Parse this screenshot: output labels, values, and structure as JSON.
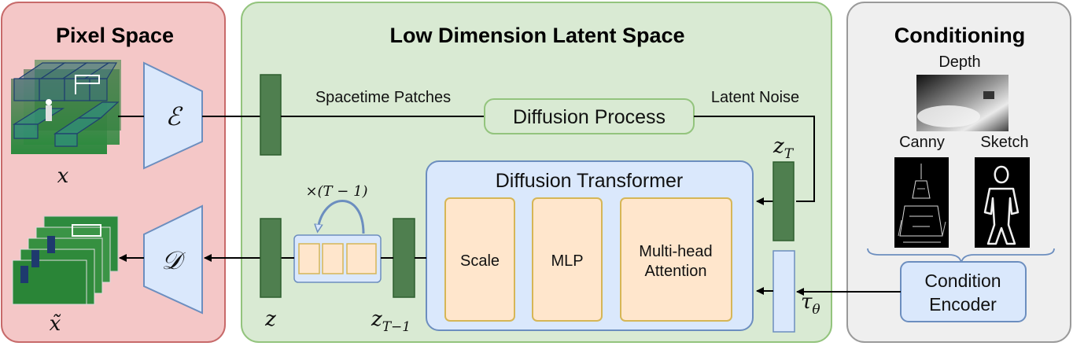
{
  "panels": {
    "pixel_space": "Pixel Space",
    "latent_space": "Low Dimension Latent Space",
    "conditioning": "Conditioning"
  },
  "pixel": {
    "encoder_symbol": "ℰ",
    "decoder_symbol": "𝒟",
    "input_label": "x",
    "output_label": "x̃"
  },
  "latent": {
    "spacetime_patches": "Spacetime Patches",
    "latent_noise": "Latent Noise",
    "diffusion_process": "Diffusion Process",
    "z_T": "z",
    "z_T_sub": "T",
    "repeat_label": "×(T − 1)",
    "z": "z",
    "z_T_minus_1": "z",
    "z_T_minus_1_sub": "T−1",
    "transformer": {
      "title": "Diffusion Transformer",
      "blocks": [
        "Scale",
        "MLP",
        "Multi-head",
        "Attention"
      ]
    },
    "tau": "τ",
    "tau_sub": "θ"
  },
  "conditioning": {
    "depth": "Depth",
    "canny": "Canny",
    "sketch": "Sketch",
    "encoder_line1": "Condition",
    "encoder_line2": "Encoder"
  },
  "colors": {
    "pixel_bg": "#f4c7c7",
    "pixel_border": "#c76a6a",
    "latent_bg": "#d9ead3",
    "latent_border": "#93c47d",
    "cond_bg": "#efefef",
    "cond_border": "#9a9a9a",
    "block_blue": "#dae8fc",
    "block_blue_border": "#6c8ebf",
    "dark_green": "#4f7f4f",
    "orange_block": "#ffe6cc",
    "orange_border": "#d6b656"
  }
}
